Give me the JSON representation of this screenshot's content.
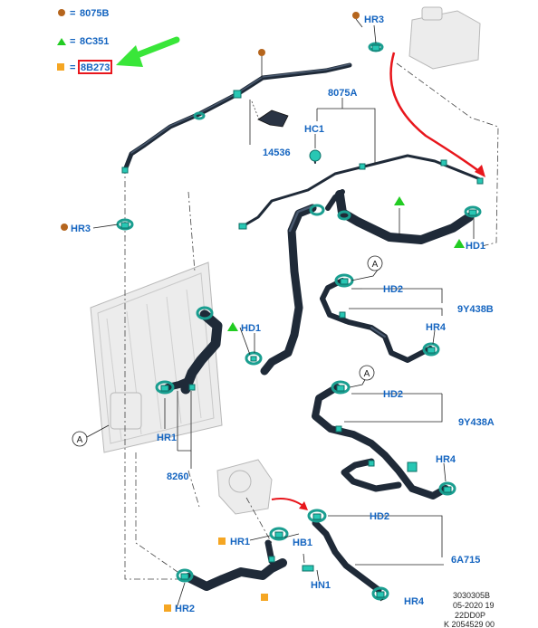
{
  "legend": [
    {
      "marker": "brown-circle",
      "color": "#b5651d",
      "code": "8075B"
    },
    {
      "marker": "green-triangle",
      "color": "#22cc22",
      "code": "8C351"
    },
    {
      "marker": "orange-square",
      "color": "#f5a623",
      "code": "8B273",
      "highlighted": true
    }
  ],
  "labels": {
    "hr3_top": "HR3",
    "p8075a": "8075A",
    "hc1": "HC1",
    "p14536": "14536",
    "hr3_left": "HR3",
    "hd1_right": "HD1",
    "hd1_mid": "HD1",
    "hd2_a": "HD2",
    "p9y438b": "9Y438B",
    "hr4_a": "HR4",
    "hd2_b": "HD2",
    "p9y438a": "9Y438A",
    "hr4_b": "HR4",
    "hr1_left": "HR1",
    "p8260": "8260",
    "hd2_c": "HD2",
    "hr1_bottom": "HR1",
    "hb1": "HB1",
    "p6a715": "6A715",
    "hn1": "HN1",
    "hr2": "HR2",
    "hr4_c": "HR4"
  },
  "callouts": {
    "a1": "A",
    "a2": "A",
    "a3": "A"
  },
  "footer": {
    "line1": "3030305B",
    "line2": "05-2020 19",
    "line3": "22DD0P",
    "line4": "K 2054529 00"
  },
  "colors": {
    "label_blue": "#1565c0",
    "hose": "#1f2a38",
    "clip": "#28c7b4",
    "arrow_green": "#39e639",
    "arrow_red": "#e8161c",
    "highlight_box": "#e8161c"
  }
}
